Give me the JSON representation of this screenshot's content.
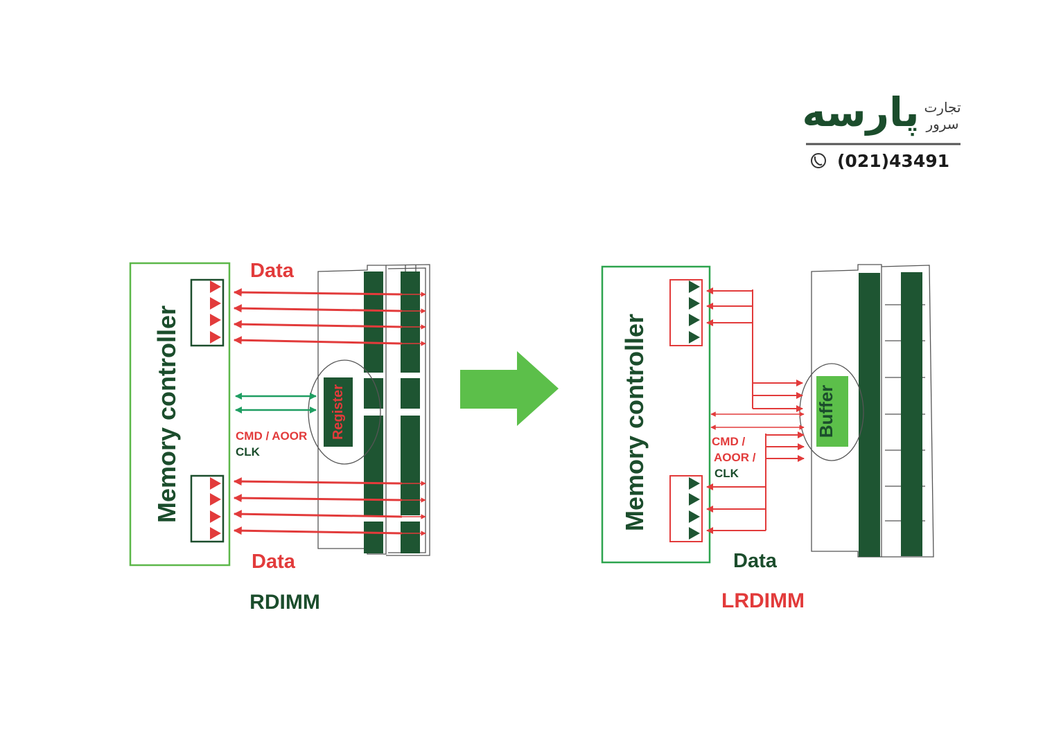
{
  "logo": {
    "brand_text": "پارسه",
    "tagline_top": "تجارت",
    "tagline_bottom": "سرور",
    "phone": "(021)43491",
    "icon": "phone-icon"
  },
  "rdimm": {
    "controller_label": "Memory controller",
    "data_label_top": "Data",
    "data_label_bottom": "Data",
    "cmd_label": "CMD / AOOR",
    "clk_label": "CLK",
    "register_label": "Register",
    "title": "RDIMM"
  },
  "lrdimm": {
    "controller_label": "Memory controller",
    "cmd_label_1": "CMD /",
    "cmd_label_2": "AOOR /",
    "clk_label": "CLK",
    "buffer_label": "Buffer",
    "data_label": "Data",
    "title": "LRDIMM"
  },
  "transition": {
    "icon": "right-arrow-icon"
  },
  "colors": {
    "dark_green": "#1b4d2c",
    "chip_green": "#1e5532",
    "red": "#e23b3b",
    "light_green": "#5cb749",
    "outline_green": "#2da44e",
    "teal_arrow": "#1f9e62",
    "buffer_green": "#5cbf4a",
    "grey": "#6b6b6b"
  }
}
